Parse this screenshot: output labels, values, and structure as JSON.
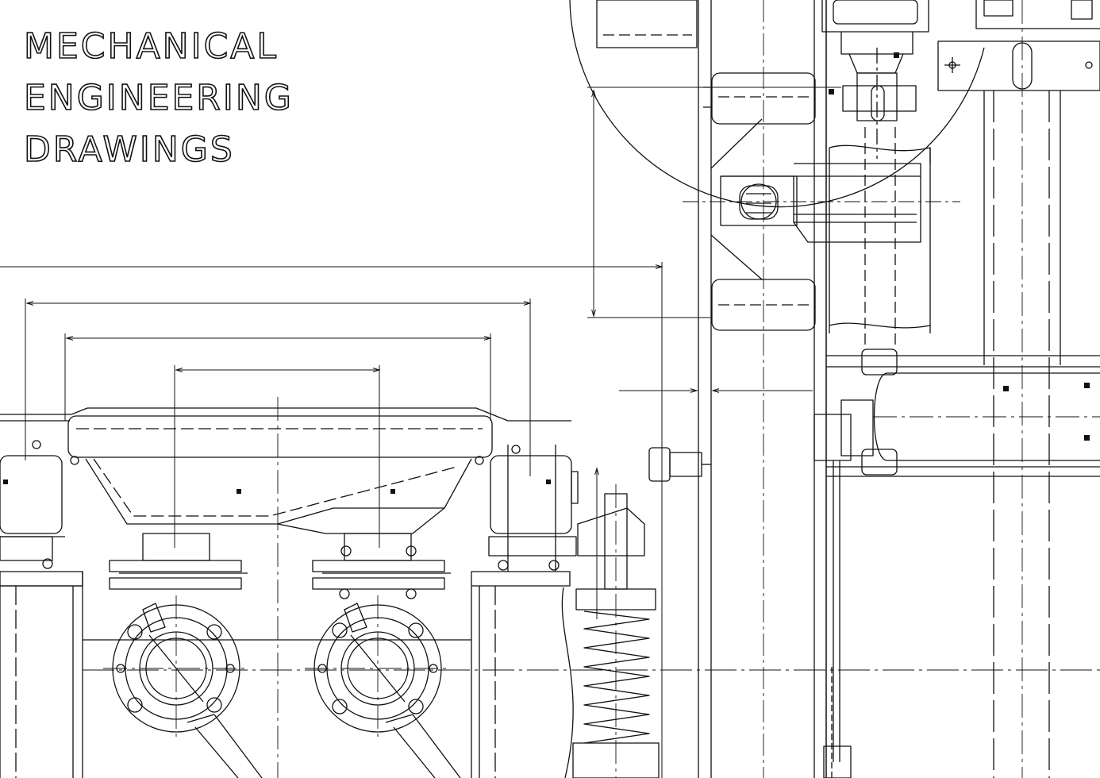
{
  "title": {
    "lines": [
      "MECHANICAL",
      "ENGINEERING",
      "DRAWINGS"
    ]
  },
  "style": {
    "ink_color": "#111111",
    "paper_color": "#ffffff"
  }
}
